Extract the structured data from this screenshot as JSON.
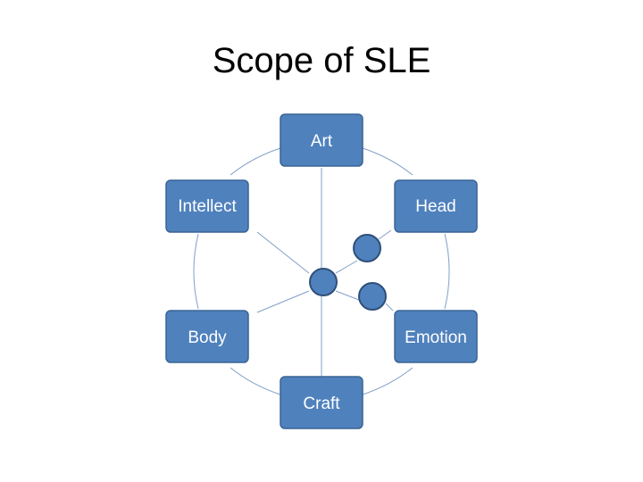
{
  "slide": {
    "title": "Scope of SLE"
  },
  "diagram": {
    "nodes": [
      {
        "id": "art",
        "label": "Art"
      },
      {
        "id": "head",
        "label": "Head"
      },
      {
        "id": "emotion",
        "label": "Emotion"
      },
      {
        "id": "craft",
        "label": "Craft"
      },
      {
        "id": "body",
        "label": "Body"
      },
      {
        "id": "intellect",
        "label": "Intellect"
      }
    ],
    "colors": {
      "node_fill": "#4f81bd",
      "node_stroke": "#3a6494",
      "connector": "#7f9fc8",
      "label": "#ffffff",
      "title": "#000000"
    }
  }
}
